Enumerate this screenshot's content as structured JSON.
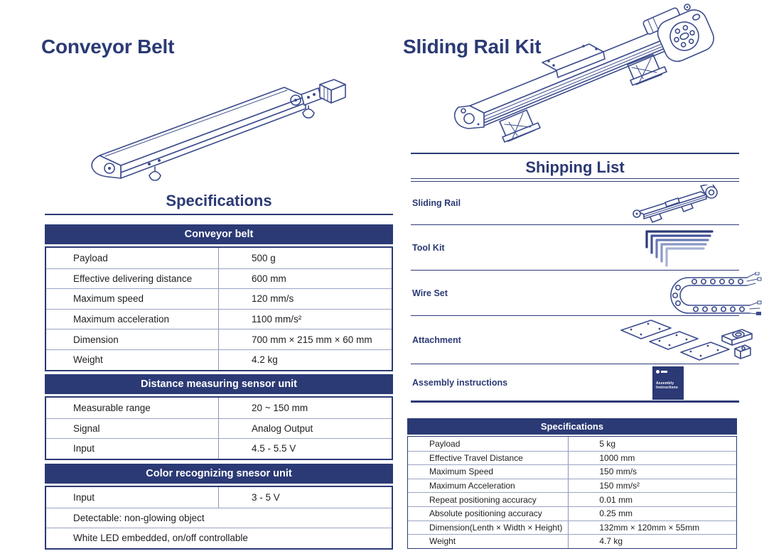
{
  "left": {
    "title": "Conveyor Belt",
    "section_heading": "Specifications",
    "tables": [
      {
        "header": "Conveyor belt",
        "rows": [
          [
            "Payload",
            "500 g"
          ],
          [
            "Effective delivering distance",
            "600 mm"
          ],
          [
            "Maximum speed",
            "120 mm/s"
          ],
          [
            "Maximum acceleration",
            "1100 mm/s²"
          ],
          [
            "Dimension",
            "700 mm × 215 mm × 60 mm"
          ],
          [
            "Weight",
            "4.2 kg"
          ]
        ]
      },
      {
        "header": "Distance measuring sensor unit",
        "rows": [
          [
            "Measurable range",
            "20 ~ 150 mm"
          ],
          [
            "Signal",
            "Analog Output"
          ],
          [
            "Input",
            "4.5 - 5.5 V"
          ]
        ]
      },
      {
        "header": "Color recognizing snesor unit",
        "rows": [
          [
            "Input",
            "3 - 5 V"
          ]
        ],
        "full_rows": [
          "Detectable: non-glowing object",
          "White LED embedded, on/off controllable"
        ]
      }
    ]
  },
  "right": {
    "title": "Sliding Rail Kit",
    "shipping": {
      "heading": "Shipping List",
      "items": [
        "Sliding Rail",
        "Tool Kit",
        "Wire Set",
        "Attachment",
        "Assembly instructions"
      ],
      "booklet_label": "Assembly Instructions"
    },
    "spec_table": {
      "header": "Specifications",
      "rows": [
        [
          "Payload",
          "5 kg"
        ],
        [
          "Effective Travel Distance",
          "1000 mm"
        ],
        [
          "Maximum Speed",
          "150 mm/s"
        ],
        [
          "Maximum Acceleration",
          "150 mm/s²"
        ],
        [
          "Repeat positioning accuracy",
          "0.01 mm"
        ],
        [
          "Absolute positioning accuracy",
          "0.25 mm"
        ],
        [
          "Dimension(Lenth × Width × Height)",
          "132mm × 120mm × 55mm"
        ],
        [
          "Weight",
          "4.7 kg"
        ]
      ]
    }
  },
  "colors": {
    "navy": "#2b3a75",
    "line_art": "#3c4c8d",
    "inner_border": "#9aa3c4",
    "body_text": "#1f1f1f"
  }
}
